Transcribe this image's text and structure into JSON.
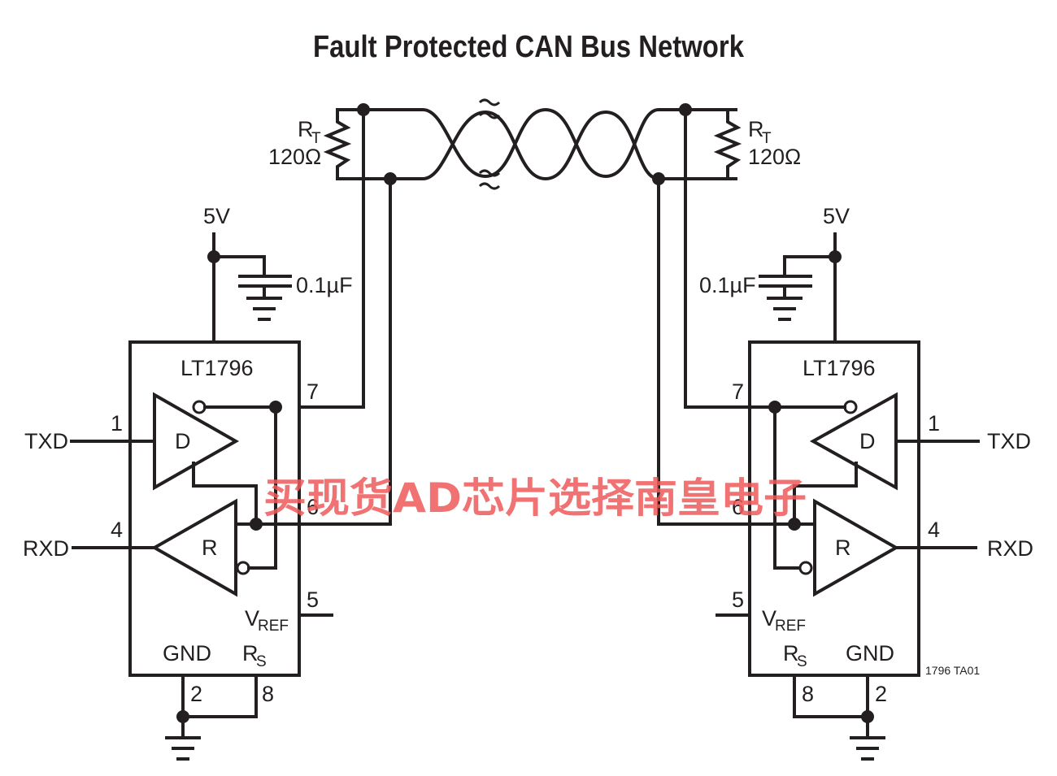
{
  "title": "Fault Protected CAN Bus Network",
  "colors": {
    "ink": "#231f20",
    "watermark": "#ef5a5a"
  },
  "left": {
    "chip": "LT1796",
    "supply": "5V",
    "cap": "0.1µF",
    "rt_label": "R",
    "rt_sub": "T",
    "rt_value": "120Ω",
    "txd": "TXD",
    "rxd": "RXD",
    "driver": "D",
    "receiver": "R",
    "vref": "V",
    "vref_sub": "REF",
    "gnd": "GND",
    "rs": "R",
    "rs_sub": "S",
    "pins": {
      "p1": "1",
      "p2": "2",
      "p4": "4",
      "p5": "5",
      "p6": "6",
      "p7": "7",
      "p8": "8"
    }
  },
  "right": {
    "chip": "LT1796",
    "supply": "5V",
    "cap": "0.1µF",
    "rt_label": "R",
    "rt_sub": "T",
    "rt_value": "120Ω",
    "txd": "TXD",
    "rxd": "RXD",
    "driver": "D",
    "receiver": "R",
    "vref": "V",
    "vref_sub": "REF",
    "gnd": "GND",
    "rs": "R",
    "rs_sub": "S",
    "pins": {
      "p1": "1",
      "p2": "2",
      "p4": "4",
      "p5": "5",
      "p6": "6",
      "p7": "7",
      "p8": "8"
    }
  },
  "figure_id": "1796 TA01",
  "watermark": "买现货AD芯片选择南皇电子"
}
